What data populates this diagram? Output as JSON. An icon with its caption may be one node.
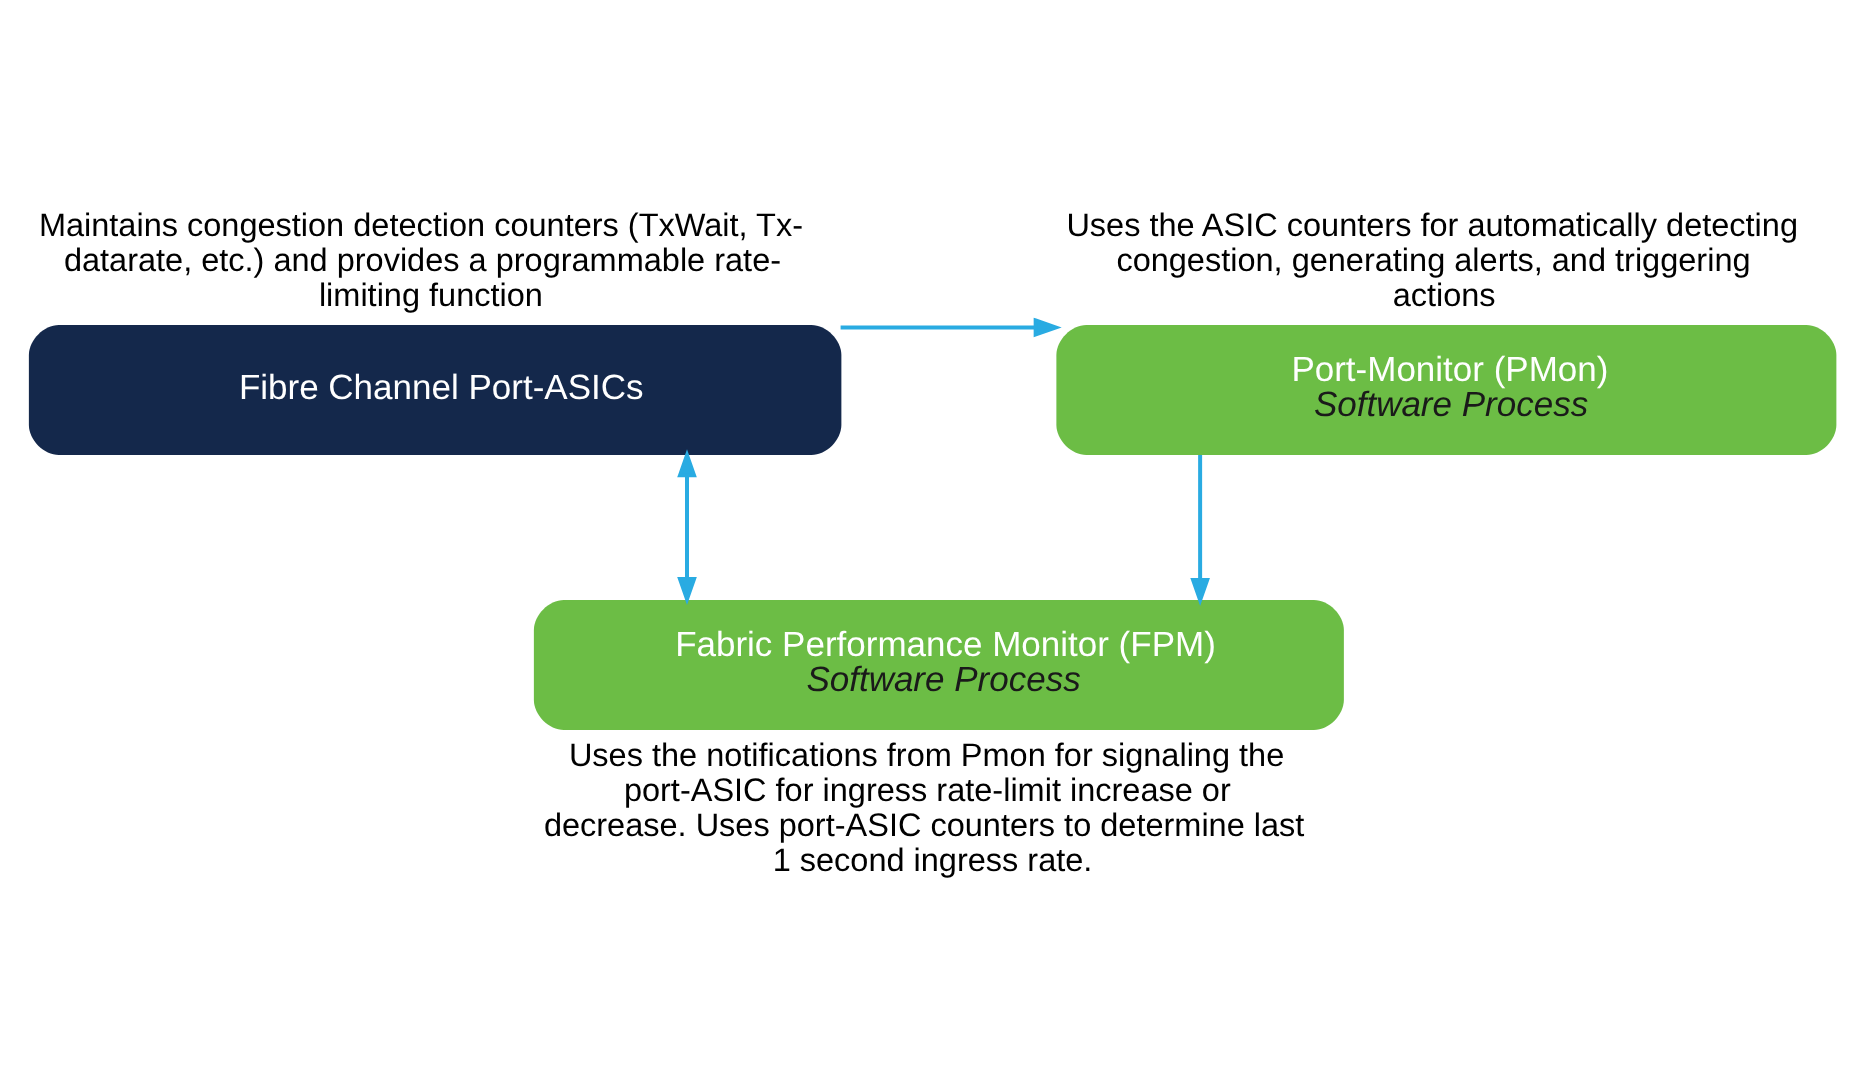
{
  "diagram": {
    "nodes": [
      {
        "text": [
          "Fibre Channel Port-ASICs"
        ],
        "beside": [
          "Maintains congestion detection counters (TxWait, Tx-datarate, etc.) and provides a programmable rate-limiting function"
        ]
      },
      {
        "text": [
          "Port-Monitor (PMon)",
          "Software Process"
        ],
        "beside": [
          "Uses the ASIC counters for automatically detecting congestion, generating alerts, and triggering actions"
        ]
      },
      {
        "text": [
          "Fabric Performance Monitor (FPM)",
          "Software Process"
        ],
        "beside": [
          "Uses the notifications from Pmon for signaling the port-ASIC for ingress rate-limit increase or decrease. Uses port-ASIC counters to determine last 1 second ingress rate."
        ]
      }
    ],
    "edges": [
      {
        "from": 0,
        "to": 1,
        "arrow": "to"
      },
      {
        "from": 1,
        "to": 2,
        "arrow": "to"
      },
      {
        "from": 2,
        "to": 0,
        "arrow": "both"
      }
    ]
  }
}
